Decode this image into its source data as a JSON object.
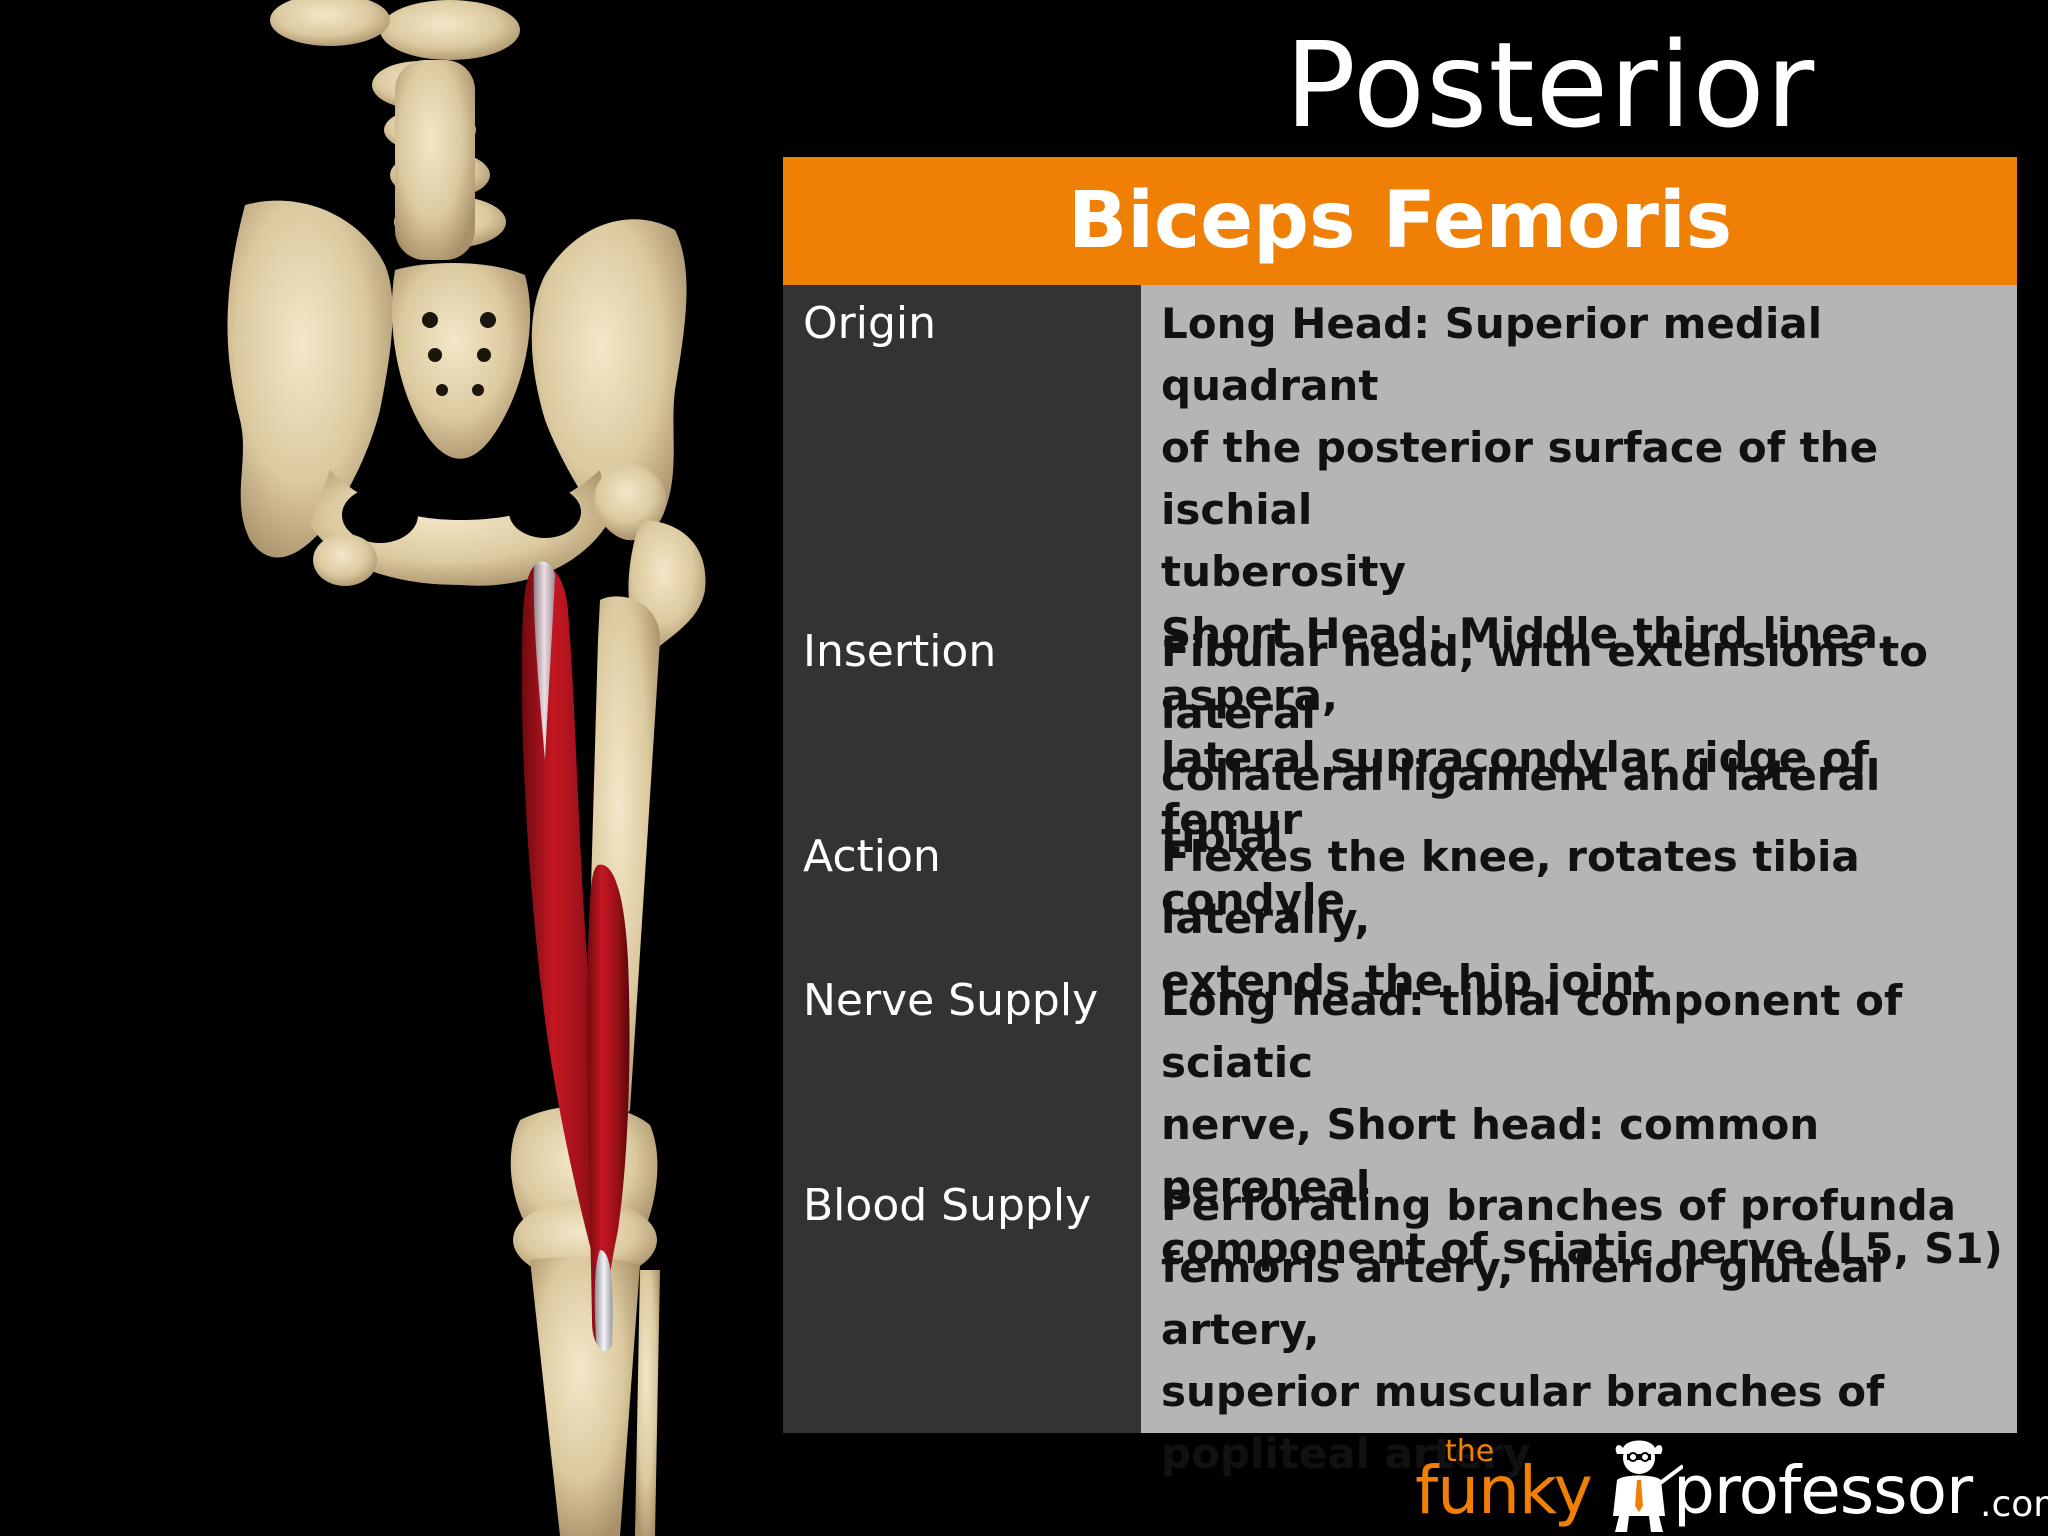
{
  "slide": {
    "title": "Posterior Thigh"
  },
  "table": {
    "header": "Biceps Femoris",
    "rows": [
      {
        "label": "Origin",
        "lines": [
          "Long Head: Superior medial quadrant",
          "of the posterior surface of the ischial",
          "tuberosity",
          "Short Head: Middle third linea aspera,",
          "lateral supracondylar ridge of femur"
        ]
      },
      {
        "label": "Insertion",
        "lines": [
          "Fibular head, with extensions to lateral",
          "collateral ligament and lateral tibial",
          "condyle"
        ]
      },
      {
        "label": "Action",
        "lines": [
          "Flexes the knee, rotates tibia laterally,",
          "extends the hip joint"
        ]
      },
      {
        "label": "Nerve Supply",
        "lines": [
          "Long head: tibial component of sciatic",
          "nerve, Short head: common peroneal",
          "component of sciatic nerve (L5, S1)"
        ]
      },
      {
        "label": "Blood Supply",
        "lines": [
          "Perforating branches of profunda",
          "femoris artery, inferior gluteal artery,",
          "superior muscular branches of",
          "popliteal artery"
        ]
      }
    ]
  },
  "brand": {
    "the": "the",
    "funky": "funky",
    "professor": "professor",
    "com": ".com"
  },
  "colors": {
    "header_orange": "#ef7f05",
    "label_bg": "#333335",
    "value_bg": "#b5b5b5",
    "muscle_red": "#b5121b",
    "bone": "#e3d3ad"
  },
  "illustration": {
    "subject": "skeleton-pelvis-leg-with-biceps-femoris-icon"
  }
}
